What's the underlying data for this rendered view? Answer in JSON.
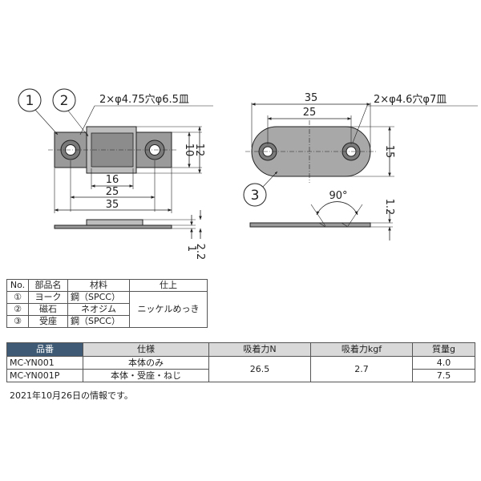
{
  "diagram": {
    "callouts": [
      "1",
      "2",
      "3"
    ],
    "left_view": {
      "hole_note": "2×φ4.75穴φ6.5皿",
      "dim_16": "16",
      "dim_25": "25",
      "dim_35": "35",
      "dim_10": "10",
      "dim_12": "12",
      "dim_1": "1",
      "dim_2_2": "2.2"
    },
    "right_view": {
      "hole_note": "2×φ4.6穴φ7皿",
      "dim_35": "35",
      "dim_25": "25",
      "dim_15": "15",
      "angle": "90°",
      "dim_1_2": "1.2"
    }
  },
  "parts_table": {
    "headers": [
      "No.",
      "部品名",
      "材料",
      "仕上"
    ],
    "rows": [
      {
        "no": "①",
        "name": "ヨーク",
        "material": "鋼（SPCC）"
      },
      {
        "no": "②",
        "name": "磁石",
        "material": "ネオジム"
      },
      {
        "no": "③",
        "name": "受座",
        "material": "鋼（SPCC）"
      }
    ],
    "finish": "ニッケルめっき"
  },
  "spec_table": {
    "headers": [
      "品番",
      "仕様",
      "吸着力N",
      "吸着力kgf",
      "質量g"
    ],
    "rows": [
      {
        "code": "MC-YN001",
        "spec": "本体のみ",
        "mass": "4.0"
      },
      {
        "code": "MC-YN001P",
        "spec": "本体・受座・ねじ",
        "mass": "7.5"
      }
    ],
    "force_n": "26.5",
    "force_kgf": "2.7"
  },
  "footnote": "2021年10月26日の情報です。"
}
